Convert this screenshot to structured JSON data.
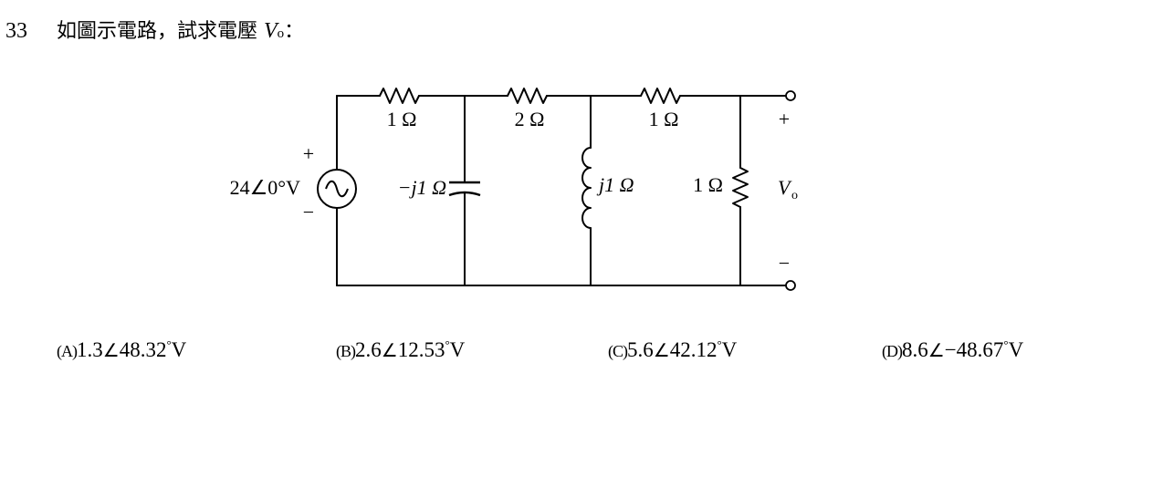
{
  "question": {
    "number": "33",
    "text": "如圖示電路，試求電壓 ",
    "variable": "V",
    "variable_sub": "o",
    "suffix": "："
  },
  "circuit": {
    "source_label": "24∠0°V",
    "source_plus": "+",
    "source_minus": "−",
    "r1_label": "1 Ω",
    "r2_label": "2 Ω",
    "r3_label": "1 Ω",
    "capacitor_label": "−j1 Ω",
    "inductor_label": "j1 Ω",
    "r4_label": "1 Ω",
    "output_plus": "+",
    "output_minus": "−",
    "output_var": "V",
    "output_sub": "o"
  },
  "options": [
    {
      "letter": "(A)",
      "magnitude": "1.3",
      "angle": "48.32",
      "unit": "V"
    },
    {
      "letter": "(B)",
      "magnitude": "2.6",
      "angle": "12.53",
      "unit": "V"
    },
    {
      "letter": "(C)",
      "magnitude": "5.6",
      "angle": "42.12",
      "unit": "V"
    },
    {
      "letter": "(D)",
      "magnitude": "8.6",
      "angle": "−48.67",
      "unit": "V"
    }
  ],
  "symbols": {
    "angle": "∠",
    "degree": "°"
  }
}
